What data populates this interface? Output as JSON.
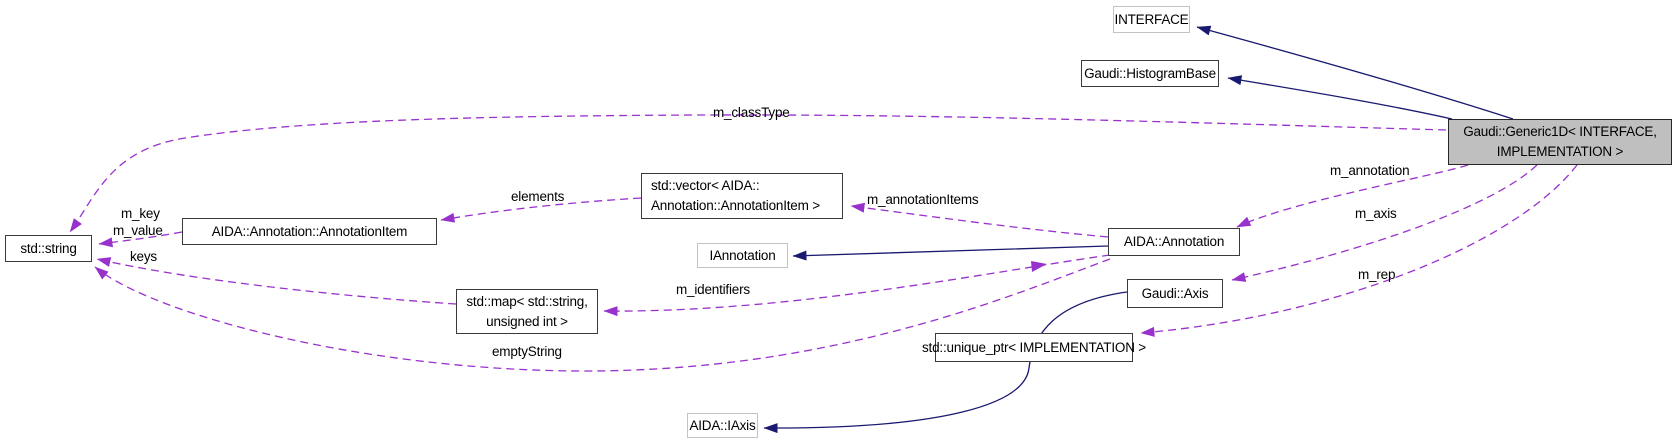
{
  "diagram": {
    "kind": "doxygen-collaboration-graph",
    "main_class": "Gaudi::Generic1D< INTERFACE, IMPLEMENTATION >",
    "colors": {
      "inheritance_edge": "#191970",
      "usage_edge": "#9932cc",
      "main_node_fill": "#bfbfbf",
      "node_fill": "#ffffff",
      "node_border": "#3a3a3a",
      "external_node_border": "#c3c3c3"
    },
    "nodes": {
      "interface": {
        "label": "INTERFACE"
      },
      "histogram_base": {
        "label": "Gaudi::HistogramBase"
      },
      "generic1d": {
        "line1": "Gaudi::Generic1D< INTERFACE,",
        "line2": "IMPLEMENTATION >"
      },
      "std_string": {
        "label": "std::string"
      },
      "annotation_item": {
        "label": "AIDA::Annotation::AnnotationItem"
      },
      "vector_annotation_item": {
        "line1": "std::vector< AIDA::",
        "line2": "Annotation::AnnotationItem >"
      },
      "iannotation": {
        "label": "IAnnotation"
      },
      "annotation": {
        "label": "AIDA::Annotation"
      },
      "axis": {
        "label": "Gaudi::Axis"
      },
      "map_string_uint": {
        "line1": "std::map< std::string,",
        "line2": "unsigned int >"
      },
      "unique_ptr": {
        "label": "std::unique_ptr< IMPLEMENTATION >"
      },
      "iaxis": {
        "label": "AIDA::IAxis"
      }
    },
    "edge_labels": {
      "m_classtype": "m_classType",
      "elements": "elements",
      "m_annotationitems": "m_annotationItems",
      "m_key": "m_key",
      "m_value": "m_value",
      "keys": "keys",
      "m_identifiers": "m_identifiers",
      "emptystring": "emptyString",
      "m_annotation": "m_annotation",
      "m_axis": "m_axis",
      "m_rep": "m_rep"
    }
  }
}
